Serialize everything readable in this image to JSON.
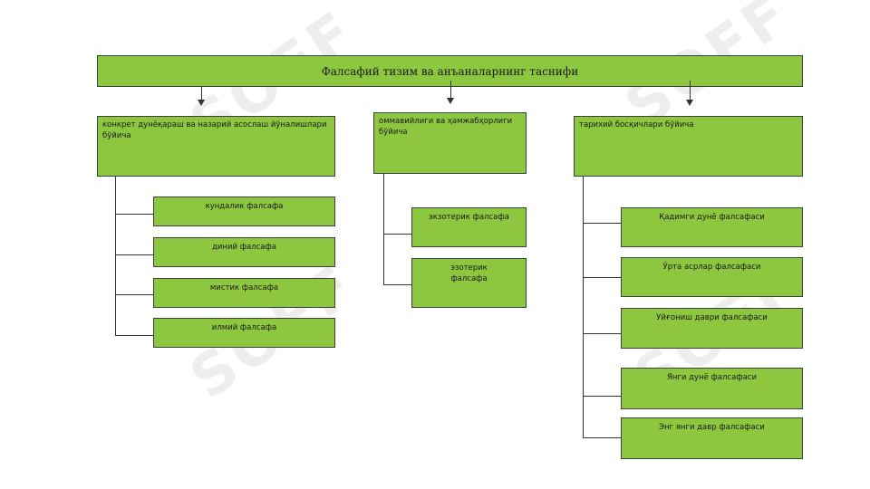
{
  "diagram": {
    "title": "Фалсафий тизим ва анъаналарнинг таснифи",
    "categories": [
      {
        "label": "конкрет дунёқараш ва назарий асослаш йўналишлари бўйича",
        "children": [
          "кундалик фалсафа",
          "диний фалсафа",
          "мистик фалсафа",
          "илмий фалсафа"
        ]
      },
      {
        "label": "оммавийлиги ва ҳамжабҳорлиги бўйича",
        "children": [
          "экзотерик фалсафа",
          "эзотерик фалсафа"
        ]
      },
      {
        "label": "тарихий босқичлари бўйича",
        "children": [
          "Қадимги дунё фалсафаси",
          "Ўрта асрлар фалсафаси",
          "Уйғониш даври фалсафаси",
          "Янги дунё фалсафаси",
          "Энг янги давр фалсафаси"
        ]
      }
    ]
  },
  "watermark": "SOFF",
  "colors": {
    "box_fill": "#8dc63f",
    "border": "#3f3f3f",
    "line": "#333333"
  }
}
